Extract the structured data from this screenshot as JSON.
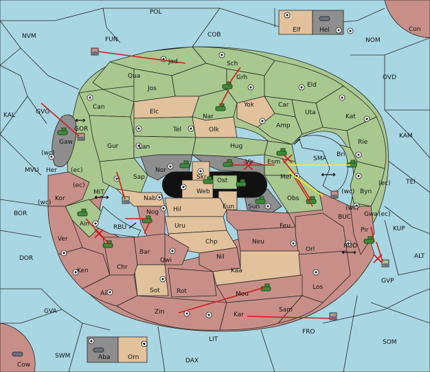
{
  "map": {
    "sea_color": "#a9d6e3",
    "green_color": "#a9c890",
    "tan_color": "#e1c29c",
    "red_color": "#c88f88",
    "grey_color": "#8e8e8e",
    "order_color": "#d21c1c",
    "support_color": "#f2ee2e"
  },
  "labels": {
    "POL": "POL",
    "FUN": "FUN",
    "COB": "COB",
    "NVM": "NVM",
    "NOM": "NOM",
    "OVD": "OVD",
    "Con": "Con",
    "Elf": "Elf",
    "Hel": "Hel",
    "KAL": "KAL",
    "GVG": "GVG",
    "GOR": "GOR",
    "KAM": "KAM",
    "TEI": "TEI",
    "MVU": "MVU",
    "BOR": "BOR",
    "DOR": "DOR",
    "MIT": "MIT",
    "RBU": "RBU",
    "SMA": "SMA",
    "BUC": "BUC",
    "KUP": "KUP",
    "ROD": "ROD",
    "ALT": "ALT",
    "GVP": "GVP",
    "GVA": "GVA",
    "FRO": "FRO",
    "SOM": "SOM",
    "LIT": "LIT",
    "SWM": "SWM",
    "DAX": "DAX",
    "Cow": "Cow",
    "Aba": "Aba",
    "Orn": "Orn",
    "Jad": "Jad",
    "Sch": "Sch",
    "Qua": "Qua",
    "Grh": "Grh",
    "Jos": "Jos",
    "Eld": "Eld",
    "Can": "Can",
    "Yok": "Yok",
    "Car": "Car",
    "Elc": "Elc",
    "Nar": "Nar",
    "Uta": "Uta",
    "Kat": "Kat",
    "Amp": "Amp",
    "Tel": "Tel",
    "Olk": "Olk",
    "Rie": "Rie",
    "Gaw": "Gaw",
    "Gur": "Gur",
    "Hug": "Hug",
    "Bri": "Bri",
    "Lan": "Lan",
    "Esm": "Esm",
    "Vir": "Vir",
    "Nor": "Nor",
    "Skr": "Skr",
    "Mel": "Mel",
    "Her": "Her",
    "Sap": "Sap",
    "Ost": "Ost",
    "Web": "Web",
    "Byn": "Byn",
    "Kor": "Kor",
    "Nab": "Nab",
    "Eun": "Eun",
    "Sun": "Sun",
    "Obs": "Obs",
    "Gwa": "Gwa",
    "Hil": "Hil",
    "Ain": "Ain",
    "Nog": "Nog",
    "Uru": "Uru",
    "Feu": "Feu",
    "Pir": "Pir",
    "Ver": "Ver",
    "Chp": "Chp",
    "Neu": "Neu",
    "Orl": "Orl",
    "Bar": "Bar",
    "Qwi": "Qwi",
    "Nil": "Nil",
    "Ken": "Ken",
    "Chr": "Chr",
    "Kaa": "Kaa",
    "Ail": "Ail",
    "Sot": "Sot",
    "Rot": "Rot",
    "Los": "Los",
    "Mou": "Mou",
    "Zin": "Zin",
    "Kar": "Kar",
    "Sam": "Sam",
    "wc": "(wc)",
    "ec": "(ec)"
  }
}
